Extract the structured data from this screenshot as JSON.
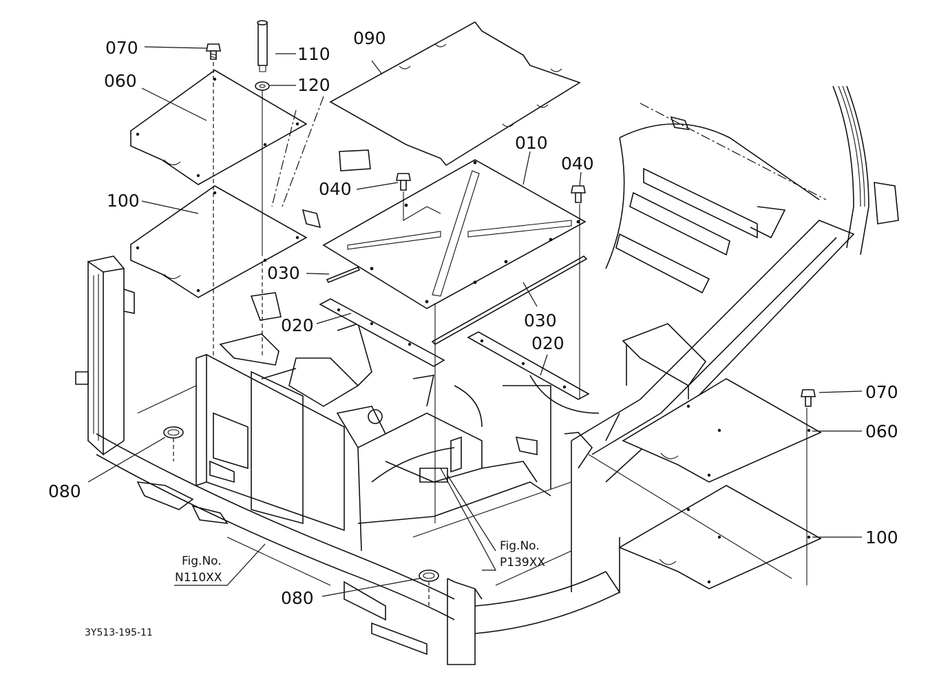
{
  "parts": {
    "p010": "010",
    "p020a": "020",
    "p020b": "020",
    "p030a": "030",
    "p030b": "030",
    "p040a": "040",
    "p040b": "040",
    "p060a": "060",
    "p060b": "060",
    "p070a": "070",
    "p070b": "070",
    "p080a": "080",
    "p080b": "080",
    "p090": "090",
    "p100a": "100",
    "p100b": "100",
    "p110": "110",
    "p120": "120"
  },
  "figure_refs": {
    "fig_label_1": "Fig.No.",
    "fig_number_1": "N110XX",
    "fig_label_2": "Fig.No.",
    "fig_number_2": "P139XX"
  },
  "document_code": "3Y513-195-11"
}
